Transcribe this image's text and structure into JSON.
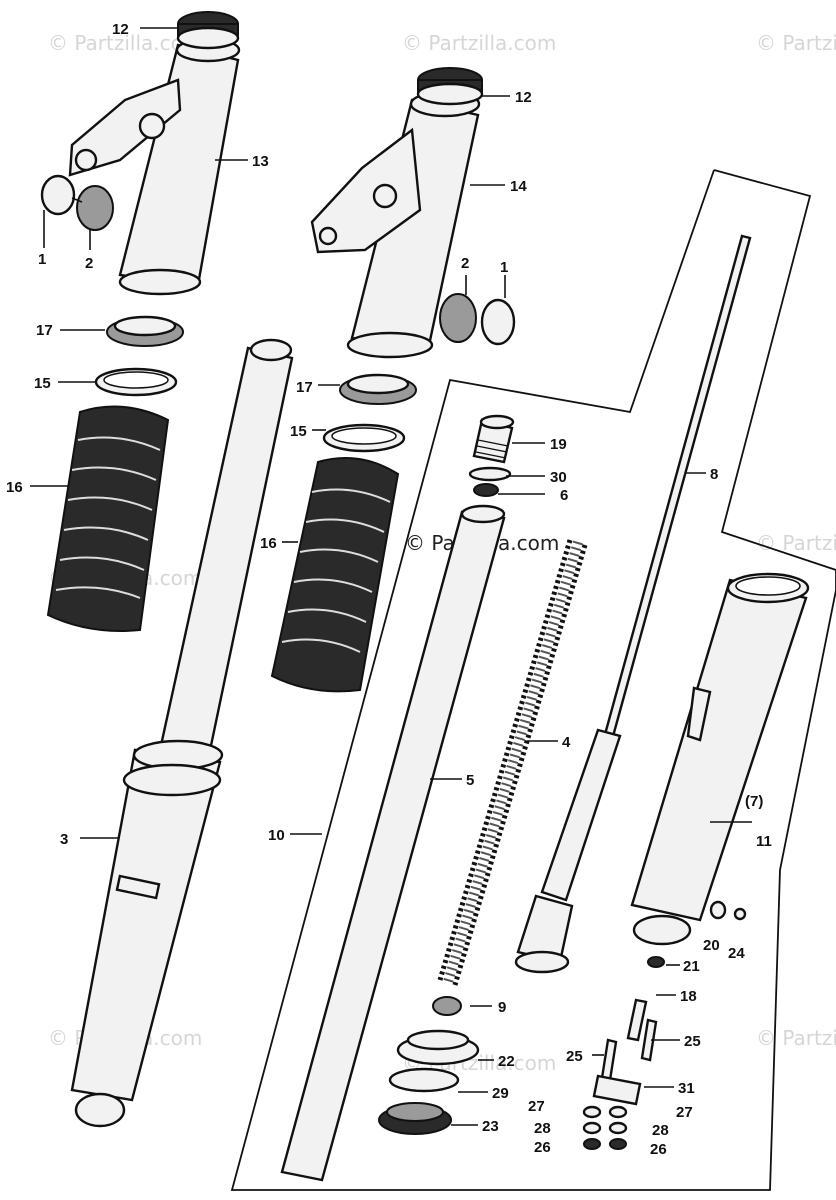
{
  "watermarks": {
    "text": "© Partzilla.com",
    "center_text": "© Partzilla.com"
  },
  "callouts": [
    "1",
    "2",
    "3",
    "4",
    "5",
    "6",
    "8",
    "9",
    "10",
    "11",
    "12",
    "13",
    "14",
    "15",
    "16",
    "17",
    "18",
    "19",
    "20",
    "21",
    "22",
    "23",
    "24",
    "25",
    "26",
    "27",
    "28",
    "29",
    "30",
    "31",
    "(7)"
  ]
}
